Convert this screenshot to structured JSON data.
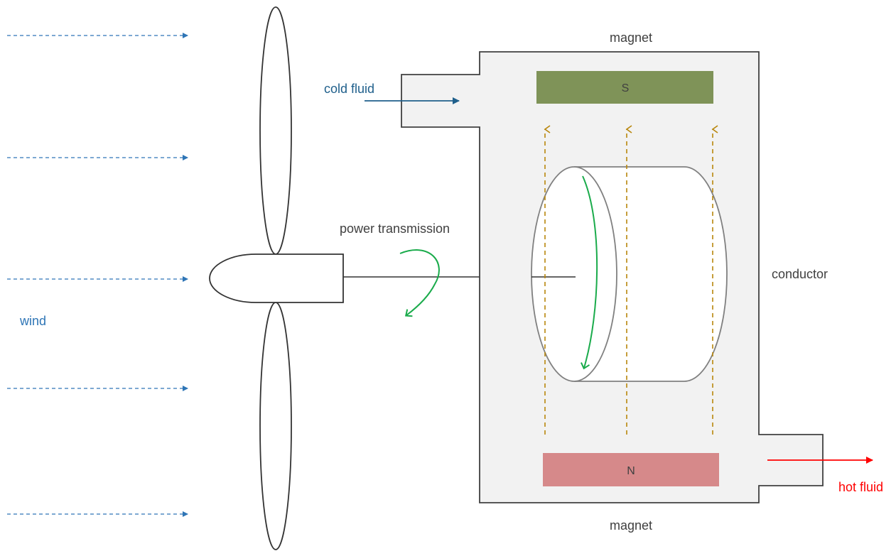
{
  "labels": {
    "wind": "wind",
    "power_transmission": "power transmission",
    "cold_fluid": "cold fluid",
    "hot_fluid": "hot fluid",
    "magnet_top": "magnet",
    "magnet_bottom": "magnet",
    "conductor": "conductor",
    "pole_south": "S",
    "pole_north": "N"
  },
  "colors": {
    "wind": "#2e75b6",
    "cold_fluid": "#1f5f8b",
    "hot_fluid": "#ff0000",
    "rotation": "#1aab4b",
    "field_lines": "#b8860b",
    "south_pole": "#7f9358",
    "north_pole": "#d6898a",
    "housing": "#f2f2f2",
    "outline": "#404040",
    "text": "#404040"
  }
}
